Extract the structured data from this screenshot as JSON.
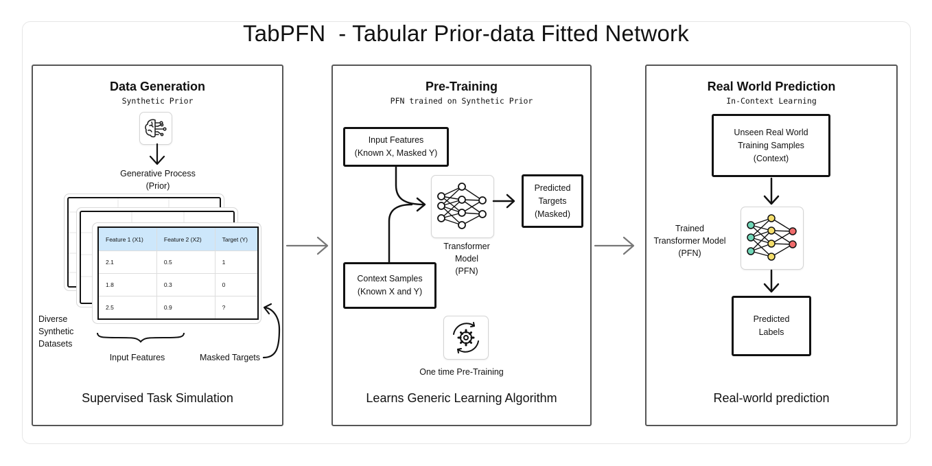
{
  "title": "TabPFN  - Tabular Prior-data Fitted Network",
  "panels": [
    {
      "heading": "Data Generation",
      "subheading": "Synthetic Prior",
      "generative_label": [
        "Generative Process",
        "(Prior)"
      ],
      "table": {
        "headers": [
          "Feature 1 (X1)",
          "Feature 2 (X2)",
          "Target (Y)"
        ],
        "rows": [
          [
            "2.1",
            "0.5",
            "1"
          ],
          [
            "1.8",
            "0.3",
            "0"
          ],
          [
            "2.5",
            "0.9",
            "?"
          ]
        ]
      },
      "datasets_label": [
        "Diverse",
        "Synthetic",
        "Datasets"
      ],
      "input_features_label": "Input Features",
      "masked_targets_label": "Masked Targets",
      "footer": "Supervised Task Simulation"
    },
    {
      "heading": "Pre-Training",
      "subheading": "PFN trained on Synthetic Prior",
      "input_box": [
        "Input Features",
        "(Known X, Masked Y)"
      ],
      "context_box": [
        "Context Samples",
        "(Known X and Y)"
      ],
      "predicted_box": [
        "Predicted",
        "Targets",
        "(Masked)"
      ],
      "model_label": [
        "Transformer",
        "Model",
        "(PFN)"
      ],
      "pretraining_label": "One time Pre-Training",
      "footer": "Learns Generic Learning Algorithm"
    },
    {
      "heading": "Real World Prediction",
      "subheading": "In-Context Learning",
      "context_box": [
        "Unseen Real World",
        "Training Samples",
        "(Context)"
      ],
      "model_label": [
        "Trained",
        "Transformer Model",
        "(PFN)"
      ],
      "output_box": [
        "Predicted",
        "Labels"
      ],
      "footer": "Real-world prediction"
    }
  ],
  "icons": {
    "brain": "brain-circuit-icon",
    "network": "neural-network-icon",
    "gear": "gear-cycle-icon",
    "network_colored": "neural-network-colored-icon"
  },
  "colors": {
    "table_header": "#cde7fb",
    "node_teal": "#6fd6b7",
    "node_yellow": "#f3dd6b",
    "node_red": "#ef6b6b",
    "arrow_gray": "#777777"
  }
}
